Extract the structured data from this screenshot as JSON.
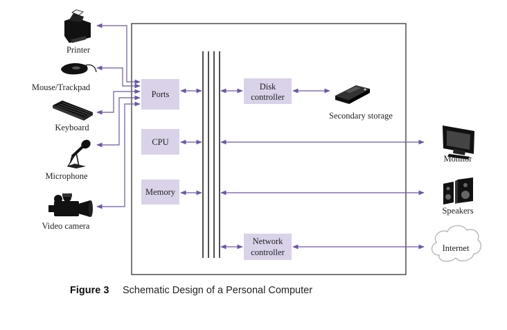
{
  "diagram": {
    "components": {
      "ports": "Ports",
      "cpu": "CPU",
      "memory": "Memory",
      "disk_controller": [
        "Disk",
        "controller"
      ],
      "network_controller": [
        "Network",
        "controller"
      ]
    },
    "devices": {
      "printer": "Printer",
      "mouse": "Mouse/Trackpad",
      "keyboard": "Keyboard",
      "microphone": "Microphone",
      "video_camera": "Video camera",
      "secondary_storage": "Secondary storage",
      "monitor": "Monitor",
      "speakers": "Speakers",
      "internet": "Internet"
    },
    "icons": {
      "printer": "printer-icon",
      "mouse": "mouse-icon",
      "keyboard": "keyboard-icon",
      "microphone": "microphone-icon",
      "video_camera": "video-camera-icon",
      "secondary_storage": "hard-drive-icon",
      "monitor": "monitor-icon",
      "speakers": "speakers-icon",
      "internet": "cloud-icon"
    },
    "colors": {
      "box_fill": "#d9d2e9",
      "arrow": "#6b57a8",
      "line": "#222222"
    }
  },
  "caption": {
    "number": "Figure 3",
    "text": "Schematic Design of a Personal Computer"
  }
}
